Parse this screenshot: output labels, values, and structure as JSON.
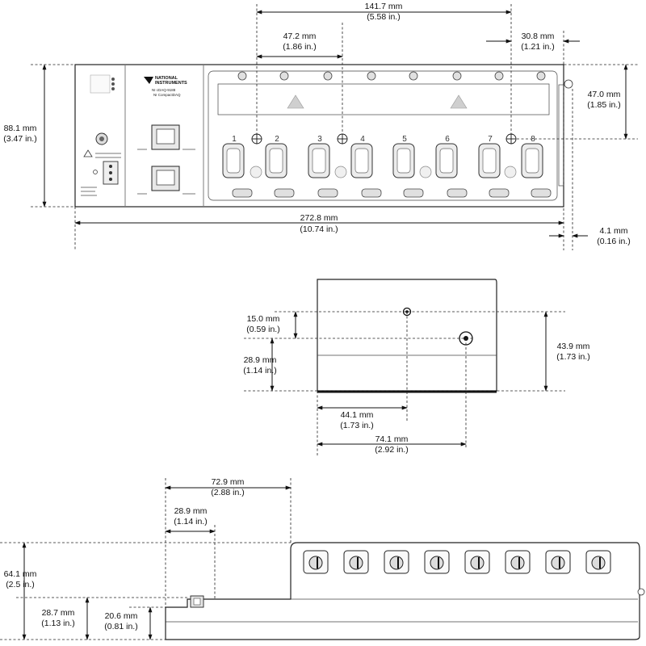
{
  "front_view": {
    "slot_numbers": [
      "1",
      "2",
      "3",
      "4",
      "5",
      "6",
      "7",
      "8"
    ],
    "logo_line1": "NATIONAL",
    "logo_line2": "INSTRUMENTS",
    "model": "NI cDAQ-9188",
    "model_sub": "NI CompactDAQ",
    "dims": {
      "overall_top_mm": "141.7 mm",
      "overall_top_in": "(5.58 in.)",
      "slot_span_mm": "47.2 mm",
      "slot_span_in": "(1.86 in.)",
      "right_mm": "30.8 mm",
      "right_in": "(1.21 in.)",
      "height_mm": "88.1 mm",
      "height_in": "(3.47 in.)",
      "mount_h_mm": "47.0 mm",
      "mount_h_in": "(1.85 in.)",
      "width_mm": "272.8 mm",
      "width_in": "(10.74 in.)",
      "edge_mm": "4.1 mm",
      "edge_in": "(0.16 in.)"
    }
  },
  "end_view": {
    "dims": {
      "top_mm": "15.0 mm",
      "top_in": "(0.59 in.)",
      "lower_mm": "28.9 mm",
      "lower_in": "(1.14 in.)",
      "height_mm": "43.9 mm",
      "height_in": "(1.73 in.)",
      "h1_mm": "44.1 mm",
      "h1_in": "(1.73 in.)",
      "h2_mm": "74.1 mm",
      "h2_in": "(2.92 in.)"
    }
  },
  "side_view": {
    "dims": {
      "top_mm": "72.9 mm",
      "top_in": "(2.88 in.)",
      "inner_mm": "28.9 mm",
      "inner_in": "(1.14 in.)",
      "height_mm": "64.1 mm",
      "height_in": "(2.5 in.)",
      "mid_mm": "28.7 mm",
      "mid_in": "(1.13 in.)",
      "low_mm": "20.6 mm",
      "low_in": "(0.81 in.)"
    }
  }
}
